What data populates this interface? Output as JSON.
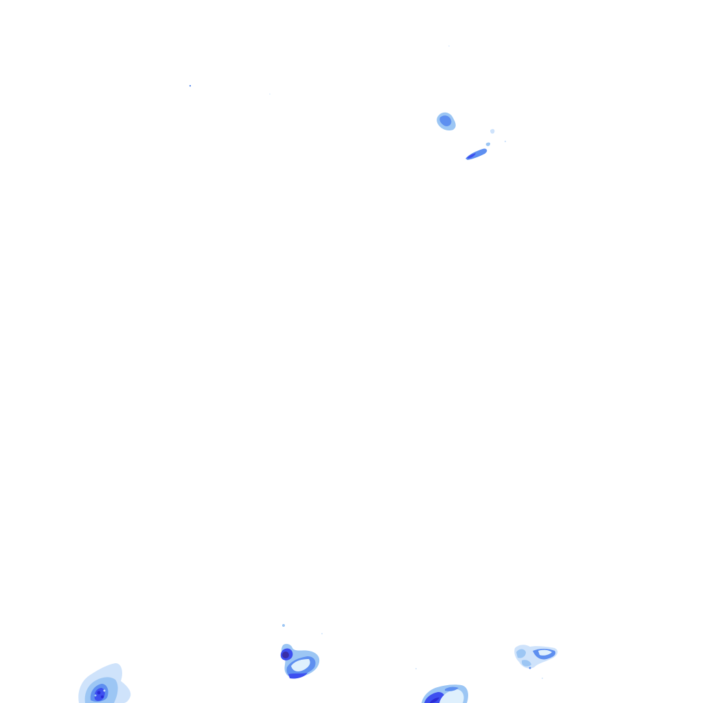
{
  "map": {
    "type": "radar-precipitation-overlay",
    "background_color": "#ffffff",
    "palette": {
      "faint": "#cfe3fb",
      "light": "#9cc6f4",
      "medium": "#5e8ff0",
      "strong": "#3d4ff0",
      "intense": "#2a2bd6",
      "core": "#3b2fa8"
    },
    "echoes": [
      {
        "name": "echo-cell-north",
        "intensity": "medium"
      },
      {
        "name": "echo-band-north-east",
        "intensity": "strong"
      },
      {
        "name": "echo-cell-south-west",
        "intensity": "intense"
      },
      {
        "name": "echo-cell-south-center",
        "intensity": "intense"
      },
      {
        "name": "echo-cell-south-east",
        "intensity": "medium"
      },
      {
        "name": "echo-cell-south-mid",
        "intensity": "intense"
      }
    ]
  }
}
